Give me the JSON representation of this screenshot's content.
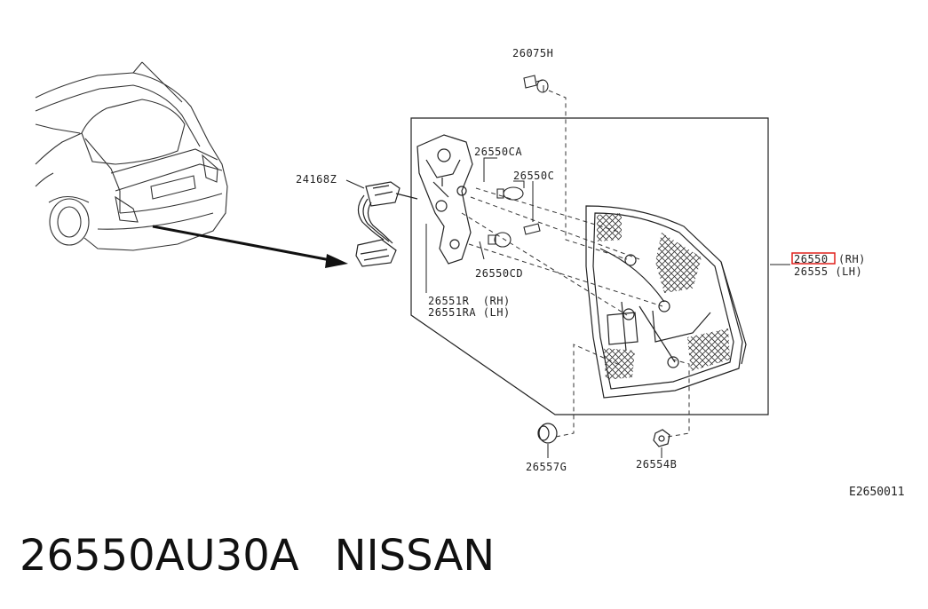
{
  "callouts": {
    "clip_top": "26075H",
    "harness": "24168Z",
    "bulb_ca": "26550CA",
    "bulb_c": "26550C",
    "bulb_cd": "26550CD",
    "socket_rh": "26551R  (RH)",
    "socket_lh": "26551RA (LH)",
    "lamp_rh_num": "26550",
    "lamp_rh_side": "(RH)",
    "lamp_lh": "26555 (LH)",
    "grommet": "26557G",
    "nut": "26554B"
  },
  "diagram_ref": "E2650011",
  "highlight_color": "#e0201c",
  "footer": {
    "part_number": "26550AU30A",
    "brand": "NISSAN"
  }
}
